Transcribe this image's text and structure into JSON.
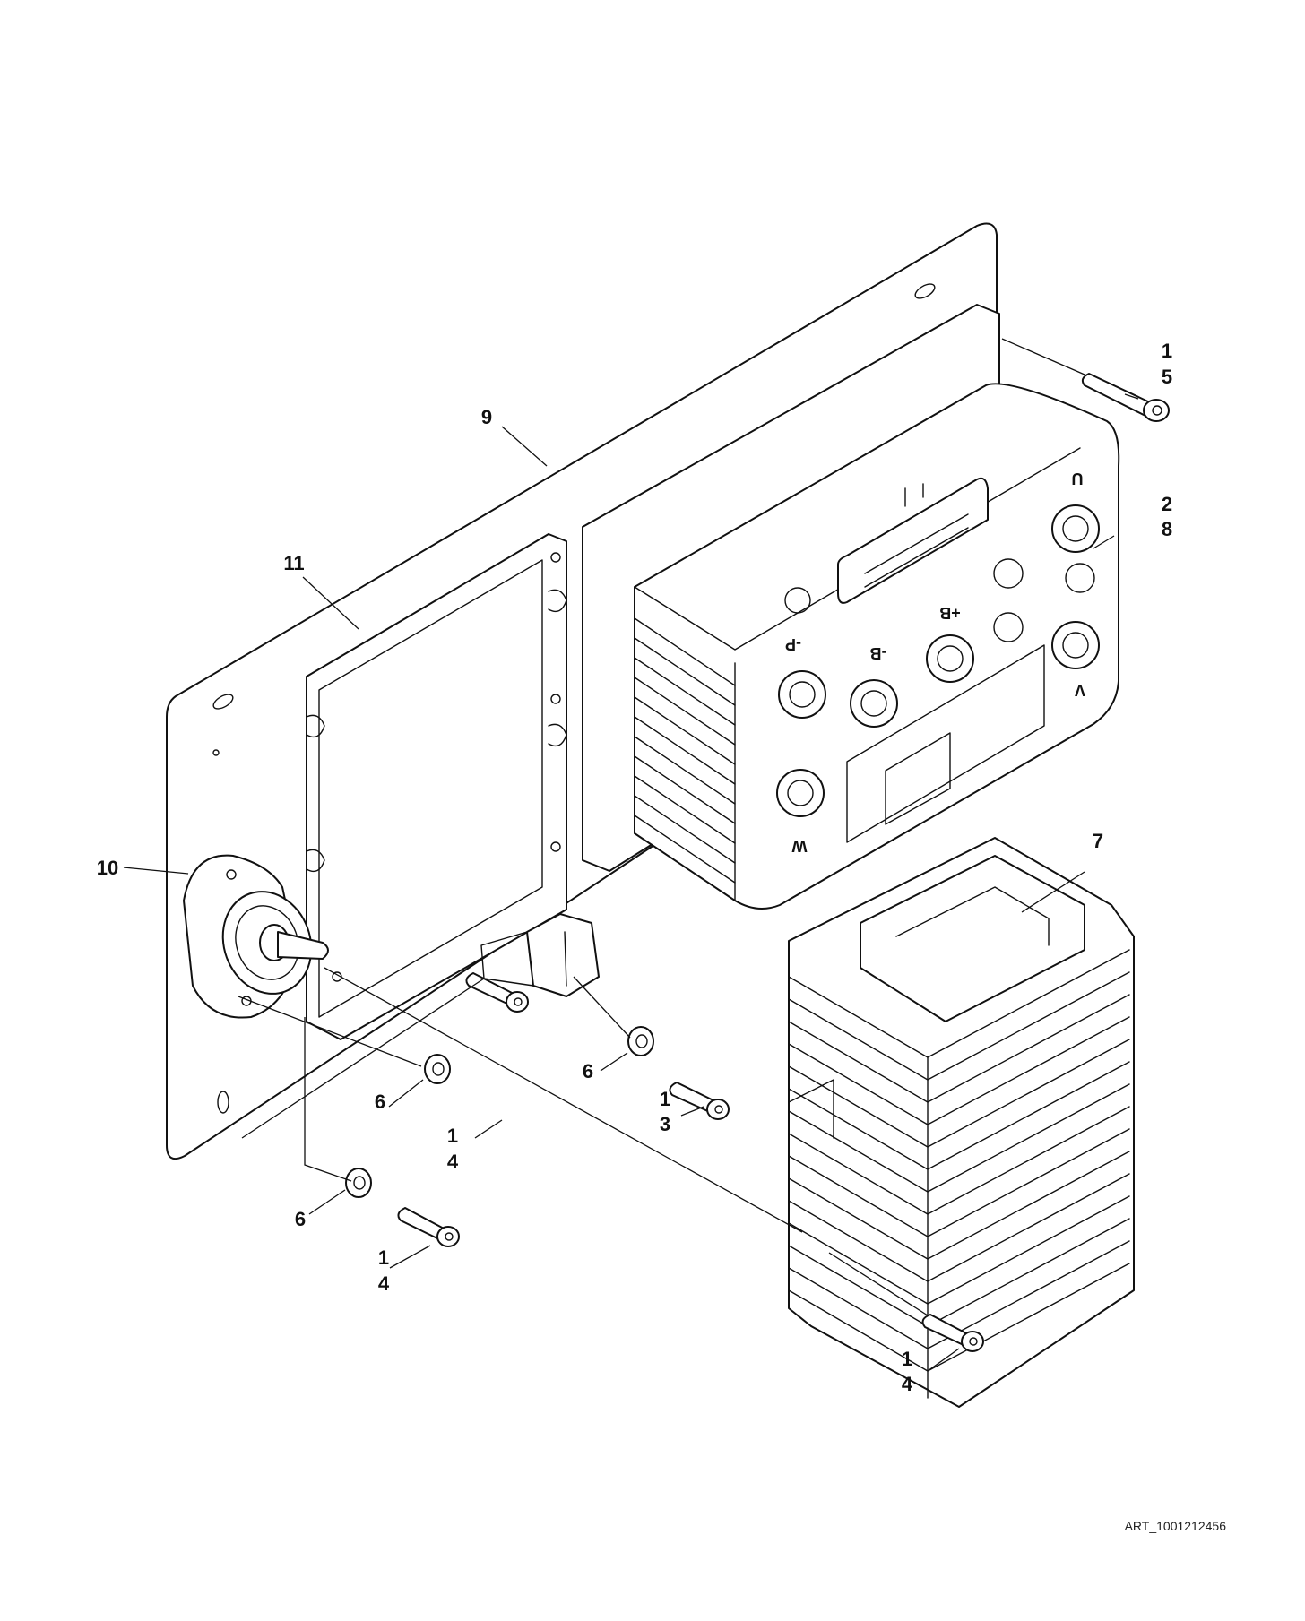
{
  "callouts": [
    {
      "id": "c-1-5",
      "lines": [
        "1",
        "5"
      ]
    },
    {
      "id": "c-2-8",
      "lines": [
        "2",
        "8"
      ]
    },
    {
      "id": "c-9",
      "lines": [
        "9"
      ]
    },
    {
      "id": "c-11",
      "lines": [
        "11"
      ]
    },
    {
      "id": "c-10",
      "lines": [
        "10"
      ]
    },
    {
      "id": "c-7",
      "lines": [
        "7"
      ]
    },
    {
      "id": "c-6a",
      "lines": [
        "6"
      ]
    },
    {
      "id": "c-6b",
      "lines": [
        "6"
      ]
    },
    {
      "id": "c-6c",
      "lines": [
        "6"
      ]
    },
    {
      "id": "c-1-3",
      "lines": [
        "1",
        "3"
      ]
    },
    {
      "id": "c-1-4a",
      "lines": [
        "1",
        "4"
      ]
    },
    {
      "id": "c-1-4b",
      "lines": [
        "1",
        "4"
      ]
    },
    {
      "id": "c-1-4c",
      "lines": [
        "1",
        "4"
      ]
    }
  ],
  "terminals": {
    "u": "U",
    "p_minus": "-P",
    "b_minus": "-B",
    "b_plus": "+B",
    "v": "V",
    "w": "W"
  },
  "figure_ref": "ART_1001212456"
}
